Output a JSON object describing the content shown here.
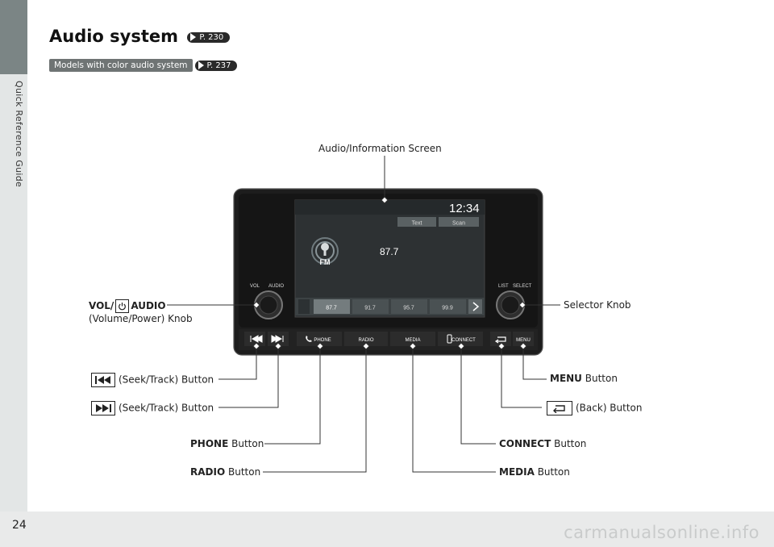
{
  "sidebar": {
    "label": "Quick Reference Guide"
  },
  "page": {
    "number": "24",
    "watermark": "carmanualsonline.info"
  },
  "header": {
    "title": "Audio system",
    "title_ref": "P. 230",
    "model_badge": "Models with color audio system",
    "model_ref": "P. 237"
  },
  "callouts": {
    "screen": "Audio/Information Screen",
    "vol_line1_after": "AUDIO",
    "vol_line2": "(Volume/Power) Knob",
    "vol_prefix": "VOL/",
    "selector": "Selector Knob",
    "seek_back": "(Seek/Track) Button",
    "seek_fwd": "(Seek/Track) Button",
    "menu_bold": "MENU",
    "menu_rest": "Button",
    "back": "(Back) Button",
    "phone_bold": "PHONE",
    "phone_rest": "Button",
    "connect_bold": "CONNECT",
    "connect_rest": "Button",
    "radio_bold": "RADIO",
    "radio_rest": "Button",
    "media_bold": "MEDIA",
    "media_rest": "Button"
  },
  "unit": {
    "clock": "12:34",
    "tab_text": "Text",
    "tab_scan": "Scan",
    "band": "FM",
    "frequency": "87.7",
    "presets": [
      "87.7",
      "91.7",
      "95.7",
      "99.9"
    ],
    "knob_left_vol": "VOL",
    "knob_left_audio": "AUDIO",
    "knob_right_list": "LIST",
    "knob_right_select": "SELECT",
    "btn_phone": "PHONE",
    "btn_radio": "RADIO",
    "btn_media": "MEDIA",
    "btn_connect": "CONNECT",
    "btn_menu": "MENU"
  },
  "colors": {
    "sidebar_tab": "#7b8585",
    "unit_body": "#1c1c1c",
    "screen": "#2f3335",
    "badge": "#6f7474"
  }
}
